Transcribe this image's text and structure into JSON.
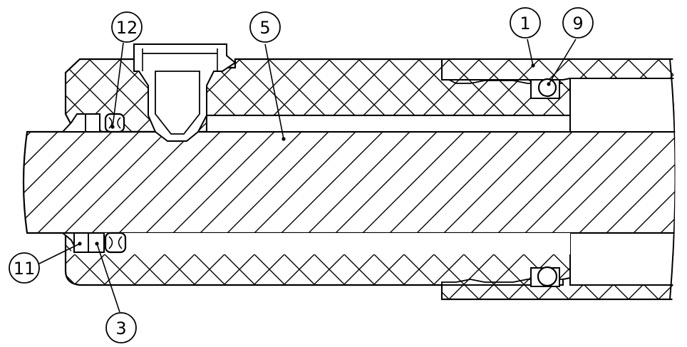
{
  "diagram": {
    "callouts": [
      {
        "id": "c12",
        "label": "12"
      },
      {
        "id": "c5",
        "label": "5"
      },
      {
        "id": "c1",
        "label": "1"
      },
      {
        "id": "c9",
        "label": "9"
      },
      {
        "id": "c11",
        "label": "11"
      },
      {
        "id": "c3",
        "label": "3"
      }
    ],
    "colors": {
      "line": "#000000",
      "background": "#ffffff"
    }
  }
}
